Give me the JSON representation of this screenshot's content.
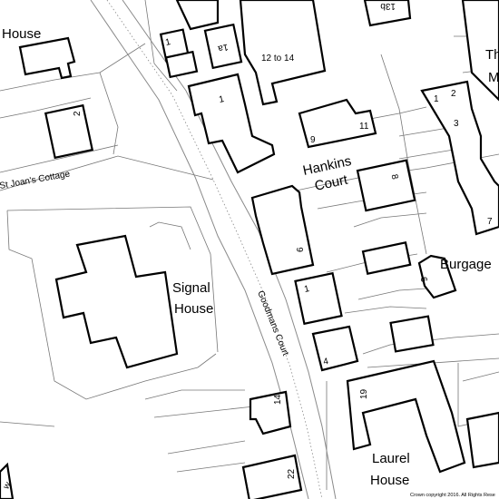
{
  "map": {
    "background": "#ffffff",
    "building_stroke": "#000000",
    "boundary_stroke": "#777777",
    "places": {
      "house_top_left": "House",
      "signal_house_line1": "Signal",
      "signal_house_line2": "House",
      "hankins_court_line1": "Hankins",
      "hankins_court_line2": "Court",
      "burgage": "Burgage",
      "laurel_house_line1": "Laurel",
      "laurel_house_line2": "House",
      "the_top_right": "Th",
      "m_right": "M"
    },
    "roads": {
      "st_joans_cottage": "St Joan's Cottage",
      "goodmans_court": "Goodmans Court"
    },
    "labels": {
      "n1_top": "1",
      "n1a": "1a",
      "n12_14": "12 to 14",
      "n1_mid": "1",
      "n2_left": "2",
      "n9": "9",
      "n11": "11",
      "n8": "8",
      "n6_left": "6",
      "n1_lower": "1",
      "n4": "4",
      "n6_right": "6",
      "n1_right": "1",
      "n2_right": "2",
      "n3": "3",
      "n7": "7",
      "n19": "19",
      "n14": "14",
      "n22": "22",
      "n13b": "13b",
      "w_left": "w"
    },
    "copyright": "Crown copyright 2016. All Rights Rese"
  }
}
